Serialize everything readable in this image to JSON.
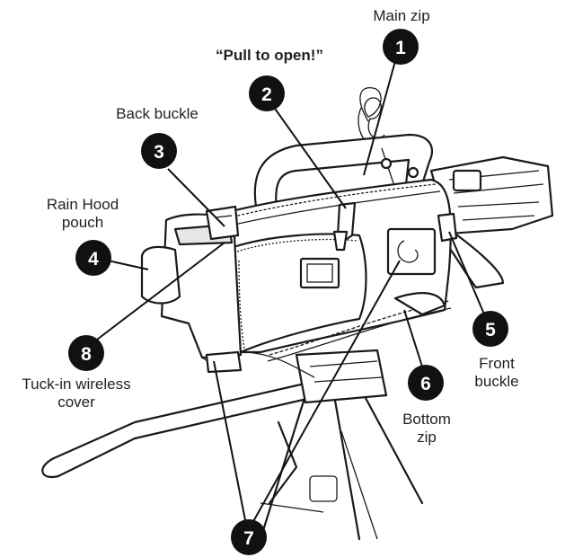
{
  "labels": {
    "main_zip": "Main zip",
    "pull_to_open": "“Pull to open!”",
    "back_buckle": "Back buckle",
    "rain_hood_1": "Rain Hood",
    "rain_hood_2": "pouch",
    "tuck_in_1": "Tuck-in wireless",
    "tuck_in_2": "cover",
    "front_buckle_1": "Front",
    "front_buckle_2": "buckle",
    "bottom_zip_1": "Bottom",
    "bottom_zip_2": "zip"
  },
  "callouts": [
    "1",
    "2",
    "3",
    "4",
    "5",
    "6",
    "7",
    "8"
  ],
  "colors": {
    "marker": "#111111",
    "ink": "#1a1a1a",
    "text": "#222222"
  }
}
